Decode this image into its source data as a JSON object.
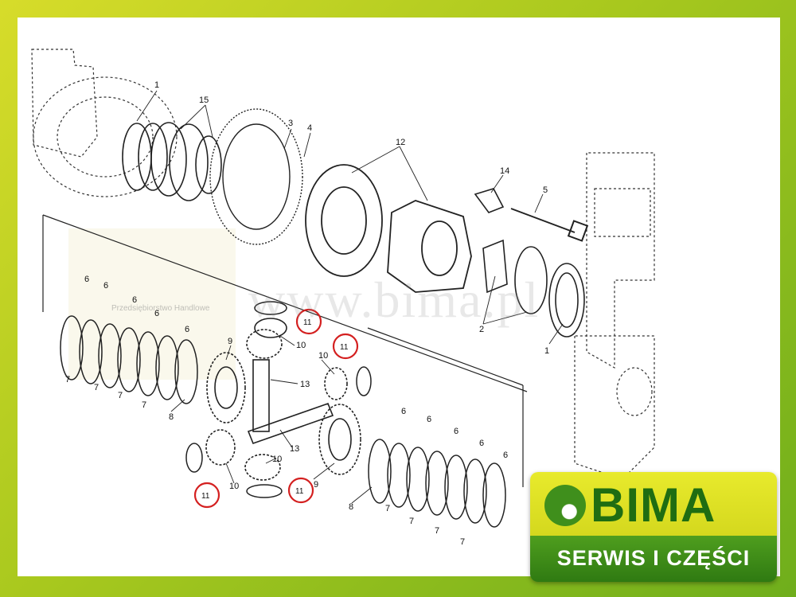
{
  "watermark": {
    "url": "www.bima.pl",
    "small": "Przedsiębiorstwo Handlowe"
  },
  "badge": {
    "brand": "BIMA",
    "tagline": "SERWIS I CZĘŚCI"
  },
  "colors": {
    "frame": "#a8c81e",
    "badge_yellow": "#e8ea2c",
    "badge_green": "#2f7a12",
    "brand_text": "#1f6d12",
    "callout_ring": "#d42020"
  },
  "part_labels": [
    {
      "id": "p1a",
      "text": "1"
    },
    {
      "id": "p15",
      "text": "15"
    },
    {
      "id": "p3",
      "text": "3"
    },
    {
      "id": "p4",
      "text": "4"
    },
    {
      "id": "p12",
      "text": "12"
    },
    {
      "id": "p14",
      "text": "14"
    },
    {
      "id": "p5",
      "text": "5"
    },
    {
      "id": "p2",
      "text": "2"
    },
    {
      "id": "p1b",
      "text": "1"
    },
    {
      "id": "p10a",
      "text": "10"
    },
    {
      "id": "p13a",
      "text": "13"
    },
    {
      "id": "p10b",
      "text": "10"
    },
    {
      "id": "p9a",
      "text": "9"
    },
    {
      "id": "p13b",
      "text": "13"
    },
    {
      "id": "p10c",
      "text": "10"
    },
    {
      "id": "p10d",
      "text": "10"
    },
    {
      "id": "p9b",
      "text": "9"
    },
    {
      "id": "p8a",
      "text": "8"
    },
    {
      "id": "p8b",
      "text": "8"
    },
    {
      "id": "p6",
      "text": "6"
    },
    {
      "id": "p7",
      "text": "7"
    }
  ],
  "callouts": [
    {
      "id": "c1",
      "text": "11"
    },
    {
      "id": "c2",
      "text": "11"
    },
    {
      "id": "c3",
      "text": "11"
    },
    {
      "id": "c4",
      "text": "11"
    }
  ]
}
